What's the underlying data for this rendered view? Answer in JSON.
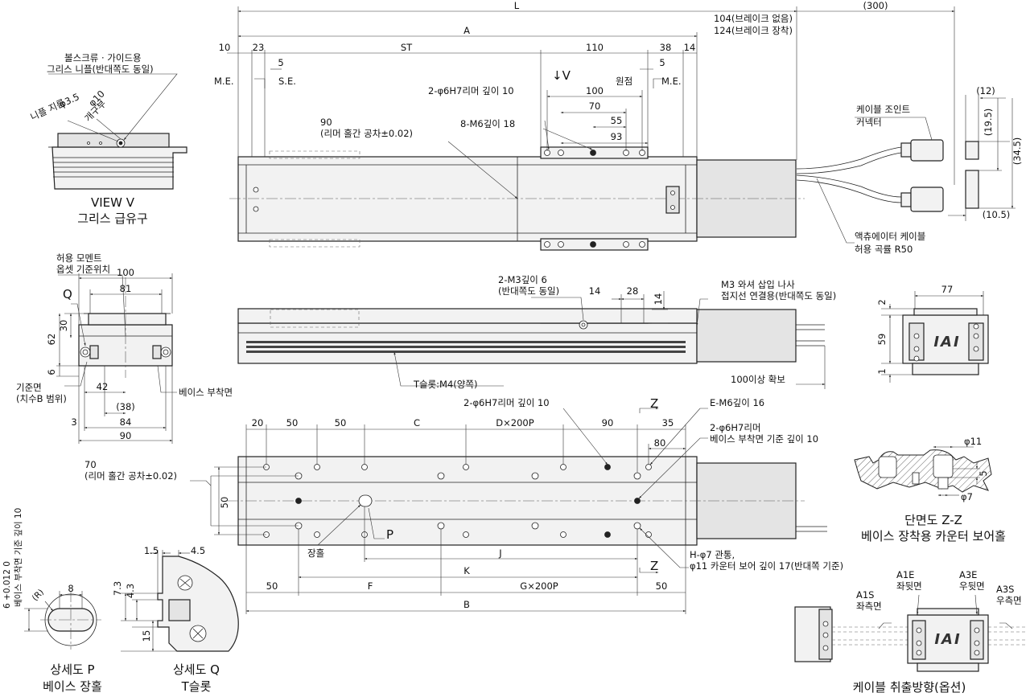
{
  "top_view": {
    "dims": {
      "L": "L",
      "A": "A",
      "ST": "ST",
      "d110": "110",
      "d10": "10",
      "d23": "23",
      "d5a": "5",
      "d38": "38",
      "d14": "14",
      "d5b": "5",
      "d100": "100",
      "d70": "70",
      "d55": "55",
      "d93": "93",
      "d300": "(300)",
      "d12": "(12)",
      "d19_5": "(19.5)",
      "d34_5": "(34.5)",
      "d10_5": "(10.5)"
    },
    "labels": {
      "brake_none": "104(브레이크 없음)",
      "brake_with": "124(브레이크 장착)",
      "me_left": "M.E.",
      "se": "S.E.",
      "origin": "원점",
      "me_right": "M.E.",
      "view_v_arrow": "↓V",
      "reamer": "2-φ6H7리머 깊이 10",
      "m6": "8-M6깊이 18",
      "pitch_1": "90",
      "pitch_2": "(리머 홀간 공차±0.02)",
      "cable_joint_1": "케이블 조인트",
      "cable_joint_2": "커넥터",
      "cable_note_1": "액츄에이터 케이블",
      "cable_note_2": "허용 곡률 R50"
    }
  },
  "view_v": {
    "nipple_1": "볼스크류 · 가이드용",
    "nipple_2": "그리스 니플(반대쪽도 동일)",
    "phi35": "φ3.5",
    "phi35_sub": "니플 지름",
    "phi10": "φ10",
    "phi10_sub": "개구부",
    "title_1": "VIEW V",
    "title_2": "그리스 급유구"
  },
  "end_view": {
    "moment_1": "허용 모멘트",
    "moment_2": "옵셋 기준위치",
    "Q": "Q",
    "d100": "100",
    "d81": "81",
    "d30": "30",
    "d62": "62",
    "d6": "6",
    "d42": "42",
    "d38": "(38)",
    "d84": "84",
    "d3": "3",
    "d90": "90",
    "ref_1": "기준면",
    "ref_2": "(치수B 범위)",
    "base_surface": "베이스 부착면"
  },
  "side_view": {
    "m3": "2-M3깊이 6",
    "m3_sub": "(반대쪽도 동일)",
    "d14a": "14",
    "d28": "28",
    "d14b": "14",
    "ground_1": "M3 와셔 삽입 나사",
    "ground_2": "접지선 연결용(반대쪽도 동일)",
    "tslot": "T슬롯:M4(양쪽)",
    "clearance": "100이상 확보"
  },
  "rear_end": {
    "d77": "77",
    "d2": "2",
    "d59": "59",
    "d1": "1",
    "logo": "IAI"
  },
  "bottom_view": {
    "d20": "20",
    "d50a": "50",
    "d50b": "50",
    "C": "C",
    "D200P": "D×200P",
    "d90": "90",
    "d35": "35",
    "d80": "80",
    "reamer": "2-φ6H7리머 깊이 10",
    "em6": "E-M6깊이 16",
    "base_reamer_1": "2-φ6H7리머",
    "base_reamer_2": "베이스 부착면 기준 깊이 10",
    "Z": "Z",
    "Z2": "Z",
    "pitch_1": "70",
    "pitch_2": "(리머 홀간 공차±0.02)",
    "d50": "50",
    "P": "P",
    "long_hole": "장홀",
    "J": "J",
    "K": "K",
    "H_1": "H-φ7 관통,",
    "H_2": "φ11 카운터 보어 깊이 17(반대쪽 기준)",
    "d50c": "50",
    "F": "F",
    "G200P": "G×200P",
    "d50d": "50",
    "B": "B"
  },
  "section_zz": {
    "phi11": "φ11",
    "phi7": "φ7",
    "d5": "5",
    "title_1": "단면도 Z-Z",
    "title_2": "베이스 장착용 카운터 보어홀"
  },
  "detail_p": {
    "tol": "6 +0.012 0",
    "depth_note": "베이스 부착면 기준 깊이 10",
    "d8": "8",
    "R": "(R)",
    "title_1": "상세도 P",
    "title_2": "베이스 장홀"
  },
  "detail_q": {
    "d1_5": "1.5",
    "d4_5": "4.5",
    "d7_3": "7.3",
    "d4_3": "4.3",
    "d15": "15",
    "title_1": "상세도 Q",
    "title_2": "T슬롯"
  },
  "cable_dir": {
    "a1s": "A1S",
    "a1s_sub": "좌측면",
    "a1e": "A1E",
    "a1e_sub": "좌뒷면",
    "a3e": "A3E",
    "a3e_sub": "우뒷면",
    "a3s": "A3S",
    "a3s_sub": "우측면",
    "logo": "IAI",
    "title": "케이블 취출방향(옵션)"
  }
}
